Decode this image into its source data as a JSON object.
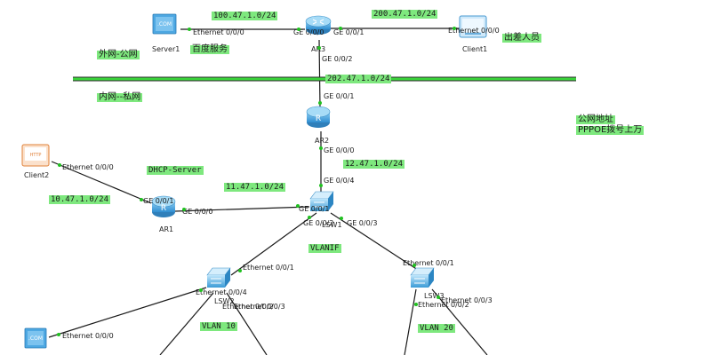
{
  "devices": {
    "server1": "Server1",
    "client1": "Client1",
    "client2": "Client2",
    "ar1": "AR1",
    "ar2": "AR2",
    "ar3": "AR3",
    "lsw1": "LSW1",
    "lsw2": "LSW2",
    "lsw3": "LSW3",
    "com_text": ".COM",
    "http_text": "HTTP"
  },
  "networks": {
    "net_100": "100.47.1.0/24",
    "net_200": "200.47.1.0/24",
    "net_202": "202.47.1.0/24",
    "net_12": "12.47.1.0/24",
    "net_11": "11.47.1.0/24",
    "net_10": "10.47.1.0/24"
  },
  "notes": {
    "public_net": "外网-公网",
    "private_net": "内网--私网",
    "baidu": "百度服务",
    "travel_staff": "出差人员",
    "public_addr": "公网地址",
    "pppoe": "PPPOE拨号上万",
    "dhcp_server": "DHCP-Server",
    "vlanif": "VLANIF",
    "vlan10": "VLAN 10",
    "vlan20": "VLAN 20"
  },
  "ports": {
    "server1_e000": "Ethernet 0/0/0",
    "ar3_ge000": "GE 0/0/0",
    "ar3_ge001": "GE 0/0/1",
    "client1_e000": "Ethernet 0/0/0",
    "ar3_ge002": "GE 0/0/2",
    "ar2_ge001": "GE 0/0/1",
    "ar2_ge000": "GE 0/0/0",
    "lsw1_ge004": "GE 0/0/4",
    "client2_e000": "Ethernet 0/0/0",
    "ar1_ge001": "GE 0/0/1",
    "ar1_ge000": "GE 0/0/0",
    "lsw1_ge001": "GE 0/0/1",
    "lsw1_ge002": "GE 0/0/2",
    "lsw1_ge003": "GE 0/0/3",
    "lsw2_e001": "Ethernet 0/0/1",
    "lsw2_e004": "Ethernet 0/0/4",
    "lsw2_e002": "Ethernet 0/0/2",
    "lsw2_e003": "Ethernet 0/0/3",
    "lsw3_e001": "Ethernet 0/0/1",
    "lsw3_e003": "Ethernet 0/0/3",
    "lsw3_e002": "Ethernet 0/0/2",
    "pc_e000": "Ethernet 0/0/0"
  },
  "colors": {
    "label_bg": "#7ee87e",
    "link": "#1a1a1a",
    "port_dot": "#21c121",
    "router": "#4fa6e0",
    "switch": "#5ab3e6",
    "client2": "#f0a060"
  }
}
